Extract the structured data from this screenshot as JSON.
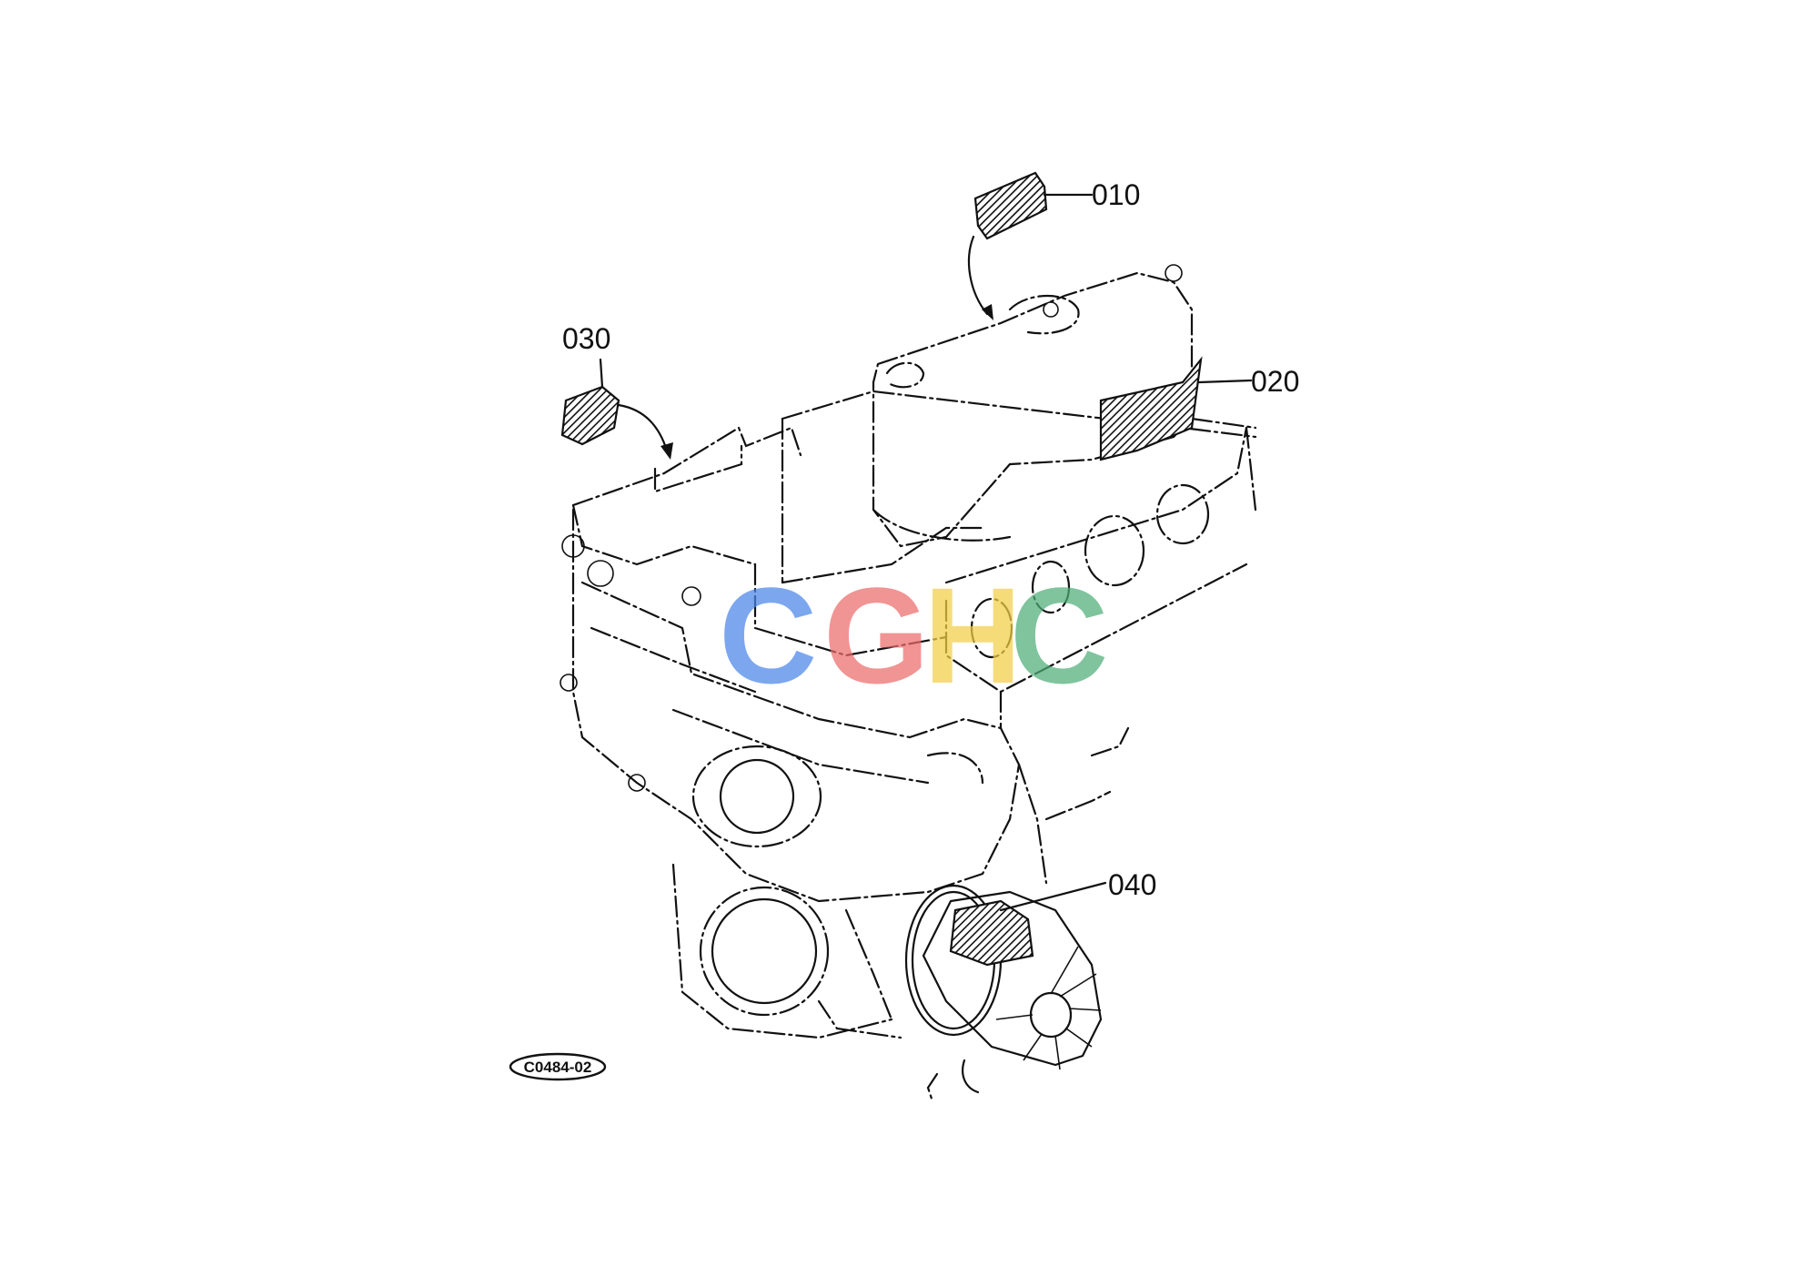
{
  "figure_code": "C0484-02",
  "callouts": [
    {
      "id": "010",
      "label": "010"
    },
    {
      "id": "020",
      "label": "020"
    },
    {
      "id": "030",
      "label": "030"
    },
    {
      "id": "040",
      "label": "040"
    }
  ],
  "watermark": {
    "letters": [
      "C",
      "G",
      "H",
      "C"
    ],
    "colors": [
      "#4a86e8",
      "#ec6b6b",
      "#f3cf45",
      "#4fae78"
    ]
  }
}
